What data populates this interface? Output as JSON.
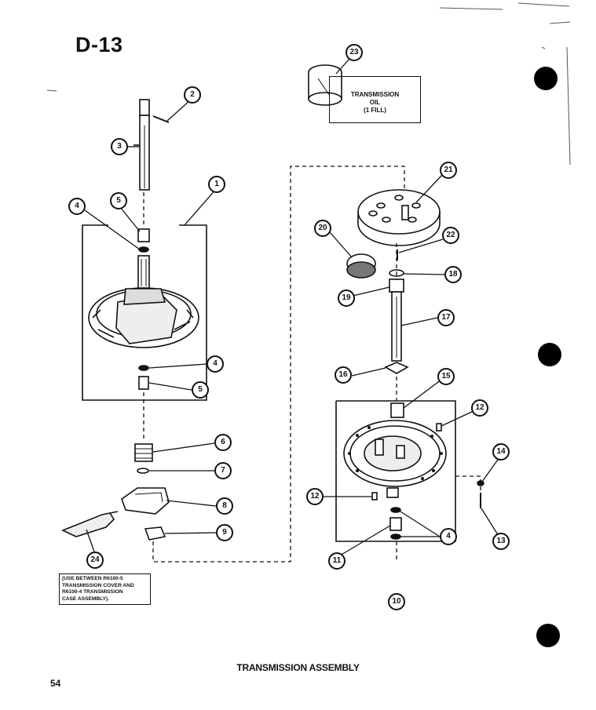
{
  "page_code": "D-13",
  "caption": "TRANSMISSION ASSEMBLY",
  "page_number": "54",
  "oil_box": [
    "TRANSMISSION",
    "OIL",
    "(1 FILL)"
  ],
  "note_box": [
    "(USE BETWEEN R6100-5",
    "TRANSMISSION COVER AND",
    "R6100-4 TRANSMISSION",
    "CASE ASSEMBLY)."
  ],
  "callouts": [
    "1",
    "2",
    "3",
    "4",
    "5",
    "4",
    "5",
    "6",
    "7",
    "8",
    "9",
    "24",
    "23",
    "21",
    "20",
    "22",
    "18",
    "19",
    "17",
    "16",
    "15",
    "12",
    "14",
    "12",
    "13",
    "4",
    "11",
    "10"
  ]
}
